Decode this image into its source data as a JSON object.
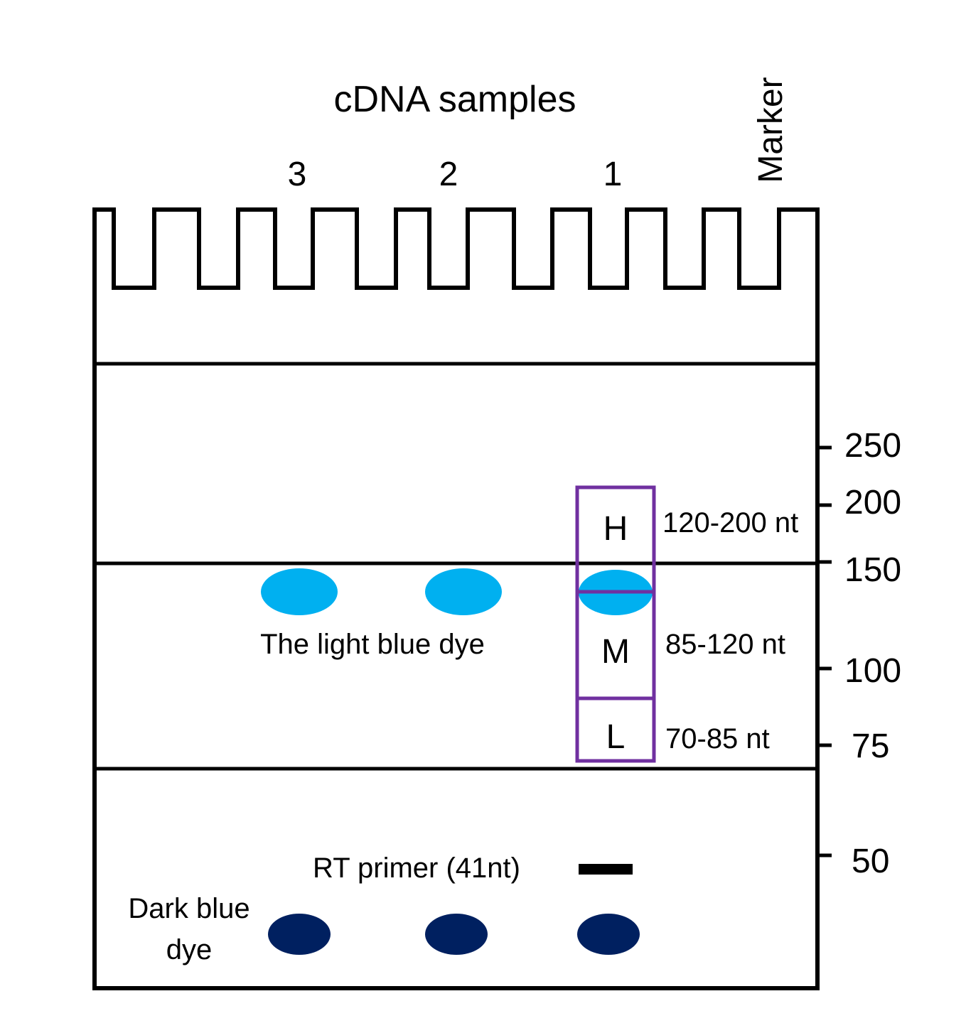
{
  "title": "cDNA samples",
  "lanes": [
    "3",
    "2",
    "1"
  ],
  "marker_label": "Marker",
  "ladder": [
    "250",
    "200",
    "150",
    "100",
    "75",
    "50"
  ],
  "size_boxes": [
    {
      "letter": "H",
      "range": "120-200 nt"
    },
    {
      "letter": "M",
      "range": "85-120 nt"
    },
    {
      "letter": "L",
      "range": "70-85 nt"
    }
  ],
  "light_dye_label": "The light blue dye",
  "rt_primer_label": "RT primer (41nt)",
  "dark_dye_label": [
    "Dark blue",
    "dye"
  ],
  "colors": {
    "light_blue_dye": "#00b0f0",
    "dark_blue_dye": "#002060",
    "box_outline": "#7030a0",
    "gel_outline": "#000000"
  }
}
